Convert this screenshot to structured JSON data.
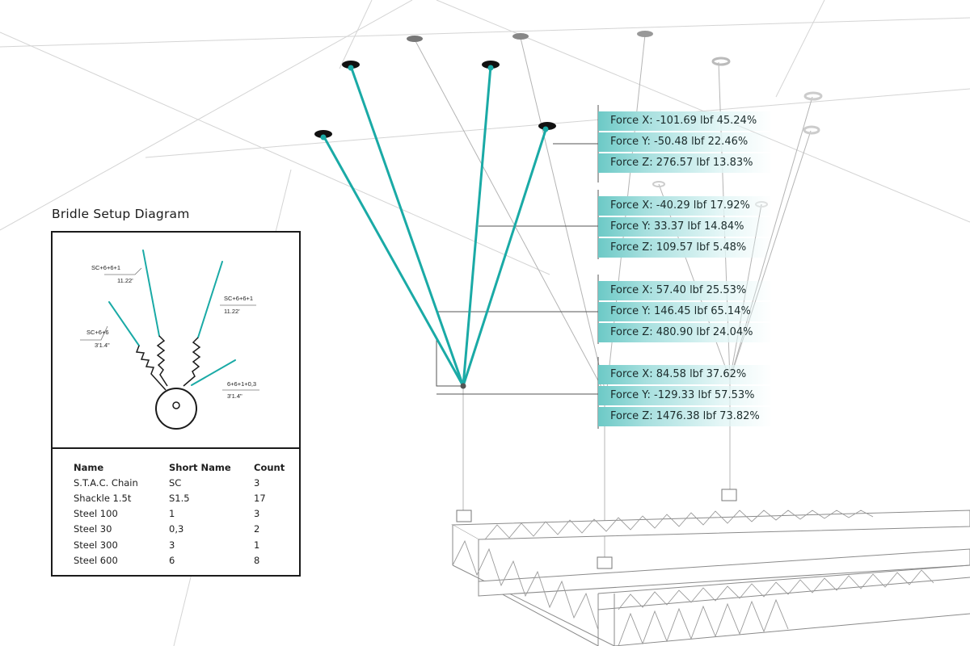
{
  "colors": {
    "accent": "#1aaaa6",
    "dark": "#1b1b1b",
    "truss": "#9a9a9a",
    "guide": "#cfcfcf"
  },
  "force_groups": [
    {
      "rows": [
        "Force X: -101.69 lbf 45.24%",
        "Force Y: -50.48 lbf 22.46%",
        "Force Z: 276.57 lbf 13.83%"
      ]
    },
    {
      "rows": [
        "Force X: -40.29 lbf 17.92%",
        "Force Y: 33.37 lbf 14.84%",
        "Force Z: 109.57 lbf 5.48%"
      ]
    },
    {
      "rows": [
        "Force X: 57.40 lbf 25.53%",
        "Force Y: 146.45 lbf 65.14%",
        "Force Z: 480.90 lbf 24.04%"
      ]
    },
    {
      "rows": [
        "Force X: 84.58 lbf 37.62%",
        "Force Y: -129.33 lbf 57.53%",
        "Force Z: 1476.38 lbf 73.82%"
      ]
    }
  ],
  "bridle_diagram": {
    "title": "Bridle Setup Diagram",
    "legs": [
      {
        "spec": "SC+6+6+1",
        "length": "11.22'"
      },
      {
        "spec": "SC+6+6+1",
        "length": "11.22'"
      },
      {
        "spec": "SC+6+6",
        "length": "3'1.4\""
      },
      {
        "spec": "6+6+1+0,3",
        "length": "3'1.4\""
      }
    ]
  },
  "legend": {
    "headers": [
      "Name",
      "Short Name",
      "Count"
    ],
    "rows": [
      [
        "S.T.A.C. Chain",
        "SC",
        "3"
      ],
      [
        "Shackle 1.5t",
        "S1.5",
        "17"
      ],
      [
        "Steel 100",
        "1",
        "3"
      ],
      [
        "Steel 30",
        "0,3",
        "2"
      ],
      [
        "Steel 300",
        "3",
        "1"
      ],
      [
        "Steel 600",
        "6",
        "8"
      ]
    ]
  }
}
